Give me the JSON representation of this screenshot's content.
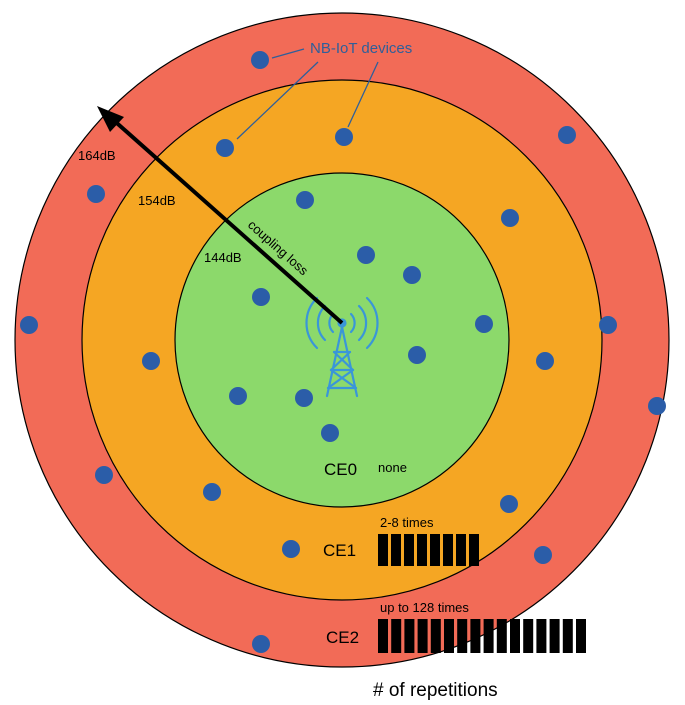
{
  "callout": {
    "label": "NB-IoT devices"
  },
  "arrow": {
    "label": "coupling loss"
  },
  "rings": [
    {
      "name": "CE2",
      "color": "#f26b57",
      "loss": "164dB",
      "repetitions": "up to 128 times",
      "bars": 16
    },
    {
      "name": "CE1",
      "color": "#f5a623",
      "loss": "154dB",
      "repetitions": "2-8 times",
      "bars": 8
    },
    {
      "name": "CE0",
      "color": "#8cd96b",
      "loss": "144dB",
      "repetitions": "none",
      "bars": 0
    }
  ],
  "footer": {
    "label": "# of repetitions"
  },
  "colors": {
    "device": "#2b5da8",
    "tower": "#3a96d8",
    "outline": "#000000"
  }
}
